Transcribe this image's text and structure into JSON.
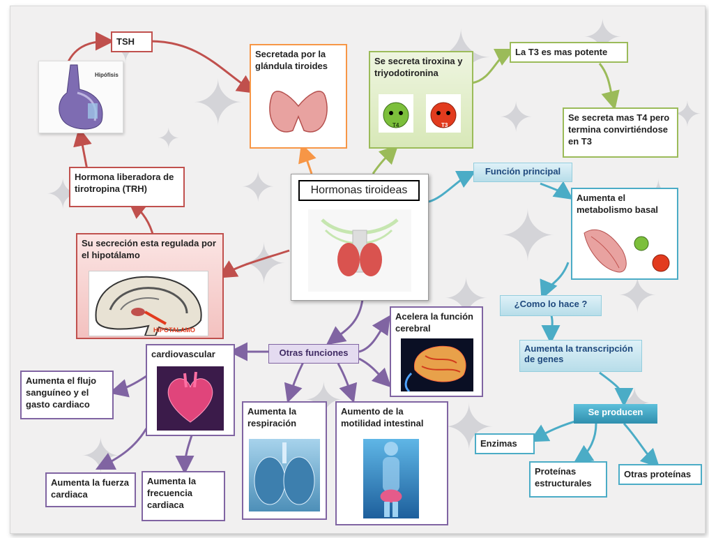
{
  "central": {
    "title": "Hormonas tiroideas"
  },
  "left_chain": {
    "tsh": "TSH",
    "trh": "Hormona liberadora de tirotropina (TRH)",
    "hypothalamus_regulation": "Su secreción esta regulada por el hipotálamo",
    "hypothalamus_image_label": "HIPOTALAMO",
    "pituitary_image_label": "Hipófisis"
  },
  "top_chain": {
    "secreted_by": "Secretada por la glándula tiroides",
    "secretes": "Se secreta tiroxina y triyodotironina",
    "t4_label": "T4",
    "t3_label": "T3",
    "t3_potent": "La T3 es mas potente",
    "more_t4": "Se secreta mas T4 pero termina convirtiéndose en T3"
  },
  "right_chain": {
    "main_function": "Función principal",
    "metabolism": "Aumenta el metabolismo basal",
    "how": "¿Como lo hace ?",
    "transcription": "Aumenta la transcripción de genes",
    "produced": "Se producen",
    "enzymes": "Enzimas",
    "structural": "Proteínas estructurales",
    "other_proteins": "Otras proteínas"
  },
  "bottom_chain": {
    "other_functions": "Otras funciones",
    "cardiovascular": "cardiovascular",
    "blood_flow": "Aumenta el flujo sanguíneo y el gasto cardiaco",
    "cardiac_force": "Aumenta la fuerza cardiaca",
    "cardiac_rate": "Aumenta la frecuencia cardiaca",
    "respiration": "Aumenta la respiración",
    "intestinal": "Aumento de la motilidad intestinal",
    "brain": "Acelera la función cerebral"
  },
  "colors": {
    "red": "#c0504d",
    "orange": "#f79646",
    "green": "#9bbb59",
    "teal": "#4bacc6",
    "purple": "#8064a2"
  }
}
